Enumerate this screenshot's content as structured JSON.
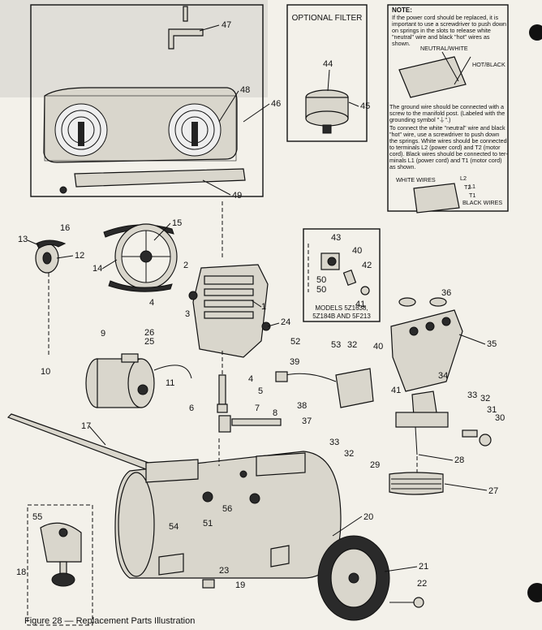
{
  "optional_filter": {
    "title": "OPTIONAL FILTER"
  },
  "note": {
    "heading": "NOTE:",
    "para1": [
      "If the power cord should be replaced, it is",
      "important to use a screwdriver to push down",
      "on springs in the slots to release white",
      "\"neutral\" wire and black \"hot\" wires as",
      "shown."
    ],
    "neutral_label": "NEUTRAL/WHITE",
    "hot_label": "HOT/BLACK",
    "para2": [
      "The ground wire should be connected with a",
      "screw to the manifold post. (Labeled with the",
      "grounding symbol \"⏚\".)",
      "To connect the white \"neutral\" wire and black",
      "\"hot\" wire, use a screwdriver to push down",
      "the springs. White wires should be connected",
      "to terminals L2 (power cord) and T2 (motor",
      "cord). Black wires should be connected to ter-",
      "minals L1 (power cord) and T1 (motor cord)",
      "as shown."
    ],
    "white_wires_label": "WHITE WIRES",
    "black_wires_label": "BLACK WIRES",
    "terminals": [
      "L2",
      "T2",
      "L1",
      "T1"
    ]
  },
  "models_box": {
    "line1": "MODELS 5Z1638,",
    "line2": "5Z184B AND 5F213"
  },
  "caption": "Figure 28 — Replacement Parts Illustration",
  "callouts": [
    "1",
    "2",
    "3",
    "4",
    "5",
    "6",
    "7",
    "8",
    "9",
    "10",
    "11",
    "12",
    "13",
    "14",
    "15",
    "16",
    "17",
    "18",
    "19",
    "20",
    "21",
    "22",
    "23",
    "24",
    "25",
    "26",
    "27",
    "28",
    "29",
    "30",
    "31",
    "32",
    "33",
    "34",
    "35",
    "36",
    "37",
    "38",
    "39",
    "40",
    "41",
    "42",
    "43",
    "44",
    "45",
    "46",
    "47",
    "48",
    "49",
    "50",
    "51",
    "52",
    "53",
    "54",
    "55",
    "56"
  ]
}
